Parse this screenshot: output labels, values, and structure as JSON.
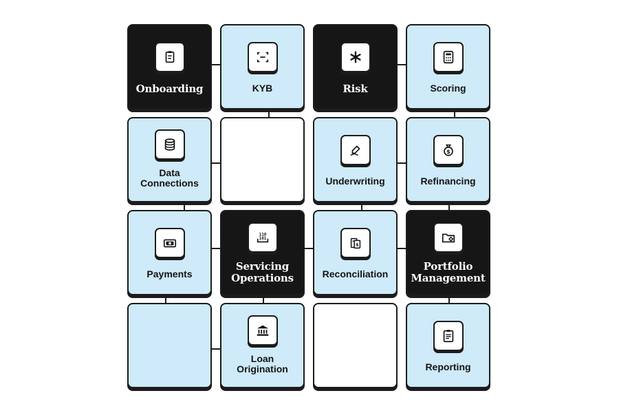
{
  "tiles": [
    {
      "id": "onboarding",
      "label": "Onboarding",
      "style": "dark",
      "icon": "clipboard-icon"
    },
    {
      "id": "kyb",
      "label": "KYB",
      "style": "light",
      "icon": "scan-icon"
    },
    {
      "id": "risk",
      "label": "Risk",
      "style": "dark",
      "icon": "asterisk-icon"
    },
    {
      "id": "scoring",
      "label": "Scoring",
      "style": "light",
      "icon": "calculator-icon"
    },
    {
      "id": "data-connections",
      "label": "Data\nConnections",
      "style": "light",
      "icon": "database-icon"
    },
    {
      "id": "blank-1",
      "label": "",
      "style": "blank",
      "icon": ""
    },
    {
      "id": "underwriting",
      "label": "Underwriting",
      "style": "light",
      "icon": "signature-icon"
    },
    {
      "id": "refinancing",
      "label": "Refinancing",
      "style": "light",
      "icon": "money-bag-icon"
    },
    {
      "id": "payments",
      "label": "Payments",
      "style": "light",
      "icon": "cash-icon"
    },
    {
      "id": "servicing-operations",
      "label": "Servicing\nOperations",
      "style": "dark",
      "icon": "binary-tray-icon"
    },
    {
      "id": "reconciliation",
      "label": "Reconciliation",
      "style": "light",
      "icon": "ledger-icon"
    },
    {
      "id": "portfolio-management",
      "label": "Portfolio\nManagement",
      "style": "dark",
      "icon": "folder-gear-icon"
    },
    {
      "id": "empty-1",
      "label": "",
      "style": "empty-blue",
      "icon": ""
    },
    {
      "id": "loan-origination",
      "label": "Loan\nOrigination",
      "style": "light",
      "icon": "bank-icon"
    },
    {
      "id": "blank-2",
      "label": "",
      "style": "blank",
      "icon": ""
    },
    {
      "id": "reporting",
      "label": "Reporting",
      "style": "light",
      "icon": "report-icon"
    }
  ],
  "colors": {
    "dark": "#161616",
    "light": "#cfeaf8",
    "blank": "#ffffff",
    "outline": "#1c1c1c"
  }
}
